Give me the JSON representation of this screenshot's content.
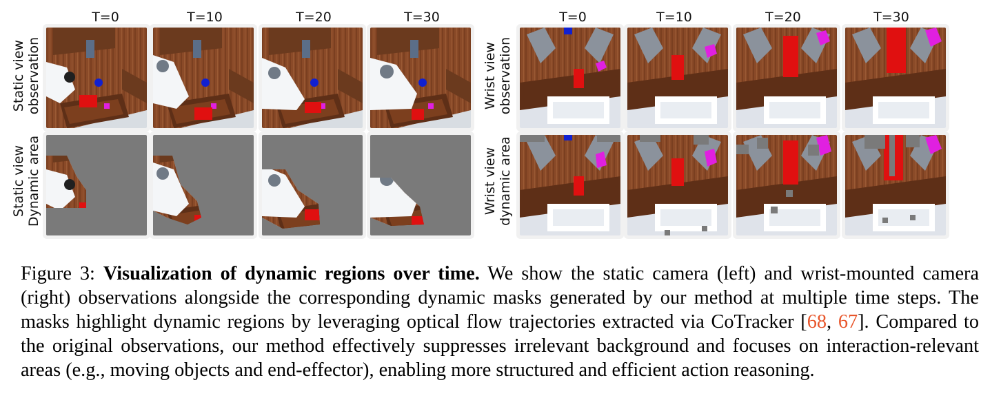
{
  "time_labels_left": [
    "T=0",
    "T=10",
    "T=20",
    "T=30"
  ],
  "time_labels_right": [
    "T=0",
    "T=10",
    "T=20",
    "T=30"
  ],
  "row_labels": {
    "static_obs": [
      "Static view",
      "observation"
    ],
    "static_dyn": [
      "Static view",
      "Dynamic area"
    ],
    "wrist_obs": [
      "Wrist view",
      "observation"
    ],
    "wrist_dyn": [
      "Wrist view",
      "dynamic area"
    ]
  },
  "caption": {
    "prefix": "Figure 3: ",
    "bold": "Visualization of dynamic regions over time.",
    "body1": " We show the static camera (left) and wrist-mounted camera (right) observations alongside the corresponding dynamic masks generated by our method at multiple time steps. The masks highlight dynamic regions by leveraging optical flow trajectories extracted via CoTracker [",
    "cite1": "68",
    "sep": ", ",
    "cite2": "67",
    "body2": "]. Compared to the original observations, our method effectively suppresses irrelevant background and focuses on interaction-relevant areas (e.g., moving objects and end-effector), enabling more structured and efficient action reasoning."
  },
  "colors": {
    "wood": "#8a4a28",
    "wood_dark": "#5e2f17",
    "mask_gray": "#7a7a7a",
    "red_block": "#e01010",
    "magenta": "#e020e0",
    "blue": "#1020d0",
    "cite": "#e8552a"
  }
}
